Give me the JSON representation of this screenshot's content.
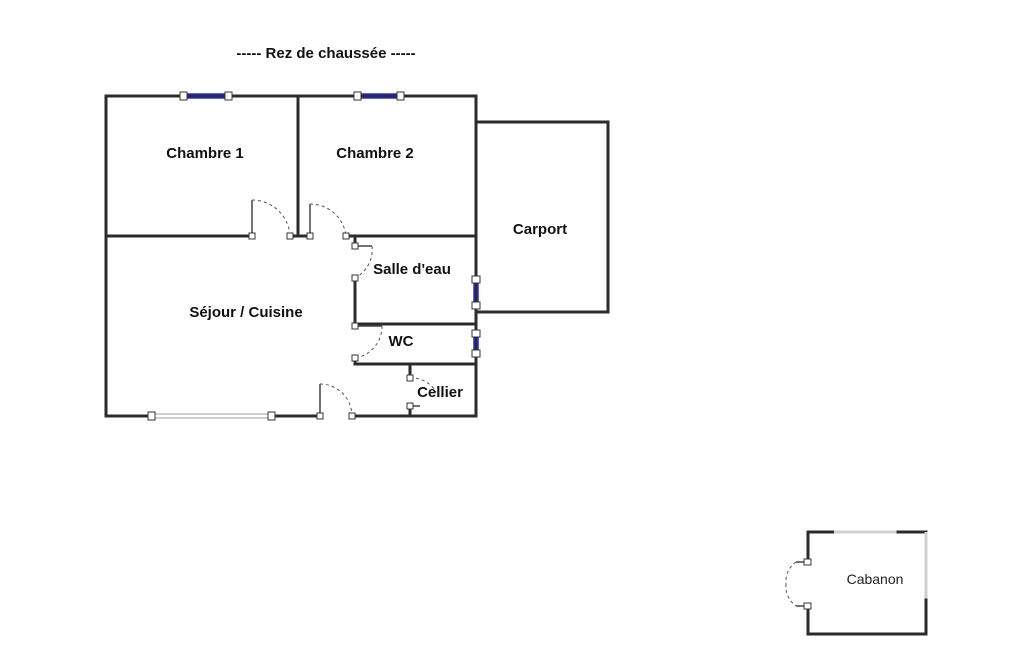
{
  "plan": {
    "title": "-----  Rez de chaussée  -----",
    "rooms": {
      "chambre1": "Chambre 1",
      "chambre2": "Chambre 2",
      "carport": "Carport",
      "salle_deau": "Salle d'eau",
      "sejour": "Séjour / Cuisine",
      "wc": "WC",
      "cellier": "Cellier",
      "cabanon": "Cabanon"
    }
  }
}
